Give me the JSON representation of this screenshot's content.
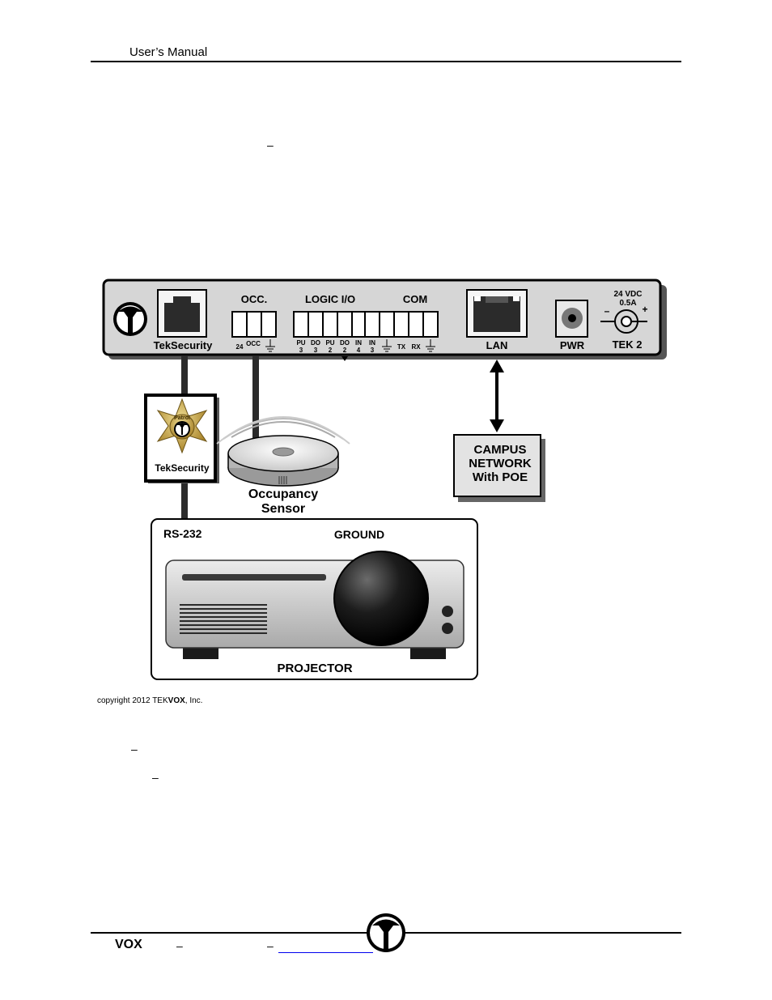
{
  "header": {
    "title": "User’s Manual"
  },
  "body_dashes": [
    "–",
    "–",
    "–"
  ],
  "diagram": {
    "ports": {
      "teksecurity": "TekSecurity",
      "occ": "OCC.",
      "logic_io": "LOGIC I/O",
      "com": "COM",
      "lan": "LAN",
      "pwr": "PWR",
      "tek2": "TEK 2",
      "power_rating_line1": "24 VDC",
      "power_rating_line2": "0.5A",
      "minus": "–",
      "plus": "+"
    },
    "pin_labels": {
      "occ_24": "24",
      "occ_occ": "OCC",
      "logic": [
        "PU",
        "3",
        "DO",
        "3",
        "PU",
        "2",
        "DO",
        "2",
        "IN",
        "4",
        "IN",
        "3"
      ],
      "tx": "TX",
      "rx": "RX"
    },
    "module": {
      "badge_top": "Patrol",
      "label": "TekSecurity"
    },
    "sensor": {
      "line1": "Occupancy",
      "line2": "Sensor"
    },
    "network": {
      "line1": "CAMPUS",
      "line2": "NETWORK",
      "line3": "With POE"
    },
    "projector": {
      "rs232": "RS-232",
      "ground": "GROUND",
      "label": "PROJECTOR"
    }
  },
  "copyright": {
    "prefix": "copyright 2012 TEK",
    "brand": "VOX",
    "suffix": ", Inc."
  },
  "footer": {
    "brand": "VOX",
    "dash1": "–",
    "dash2": "–"
  },
  "colors": {
    "panel": "#d6d6d6",
    "network_box": "#e3e3e3",
    "projector_body": "#c8c8c8",
    "badge_gold": "#c9a53a"
  }
}
